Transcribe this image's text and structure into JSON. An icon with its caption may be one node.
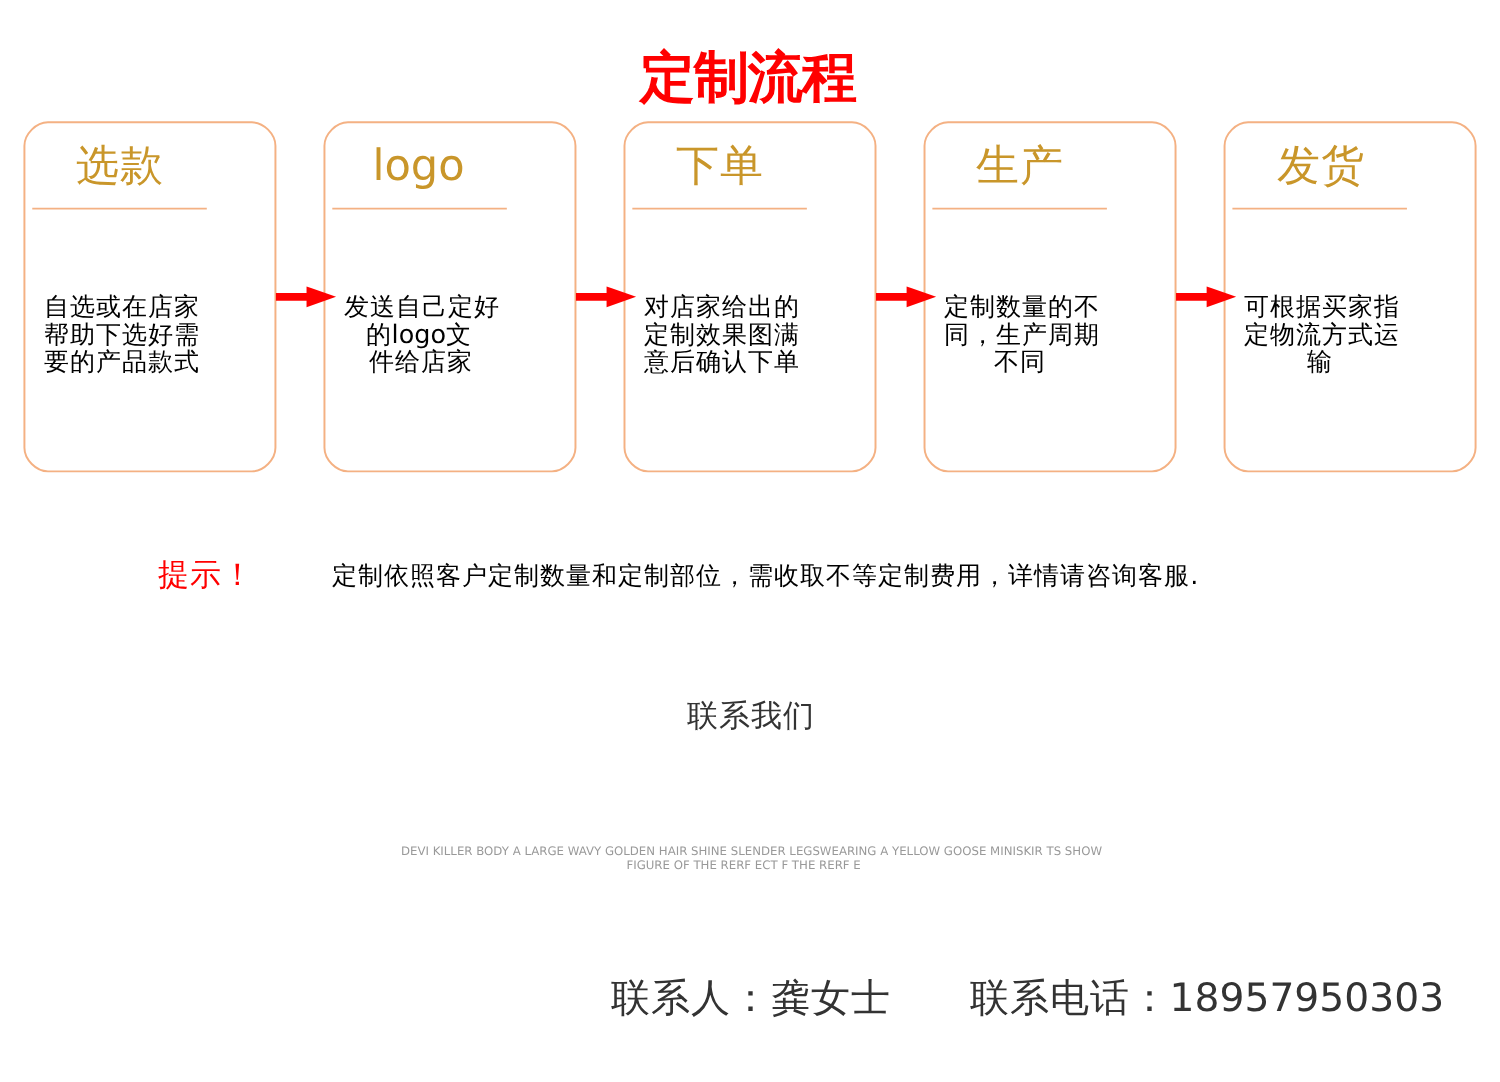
{
  "diagram": {
    "title": "定制流程",
    "nodes": [
      {
        "text": [
          "选款",
          "自选或在店家帮助下选好需要的产品款式"
        ]
      },
      {
        "text": [
          "logo",
          "发送自己定好的logo文件给店家"
        ]
      },
      {
        "text": [
          "下单",
          "对店家给出的定制效果图满意后确认下单"
        ]
      },
      {
        "text": [
          "生产",
          "定制数量的不同，生产周期不同"
        ]
      },
      {
        "text": [
          "发货",
          "可根据买家指定物流方式运输"
        ]
      }
    ],
    "edges": [
      {
        "from": 0,
        "to": 1,
        "arrow": "to"
      },
      {
        "from": 1,
        "to": 2,
        "arrow": "to"
      },
      {
        "from": 2,
        "to": 3,
        "arrow": "to"
      },
      {
        "from": 3,
        "to": 4,
        "arrow": "to"
      }
    ],
    "labels": [
      "提示！",
      "定制依照客户定制数量和定制部位，需收取不等定制费用，详情请咨询客服.",
      "联系我们",
      "DEVI KILLER BODY A LARGE WAVY GOLDEN HAIR SHINE SLENDER LEGSWEARING A YELLOW GOOSE MINISKIR TS SHOW FIGURE OF THE RERF ECT F THE RERF E",
      "联系人：龚女士",
      "联系电话：18957950303"
    ]
  }
}
